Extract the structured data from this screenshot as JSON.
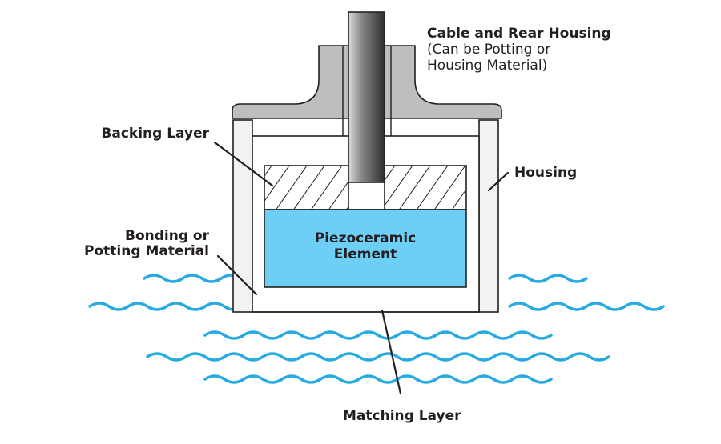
{
  "labels": {
    "cable_title": "Cable and Rear Housing",
    "cable_note_1": "(Can be Potting or",
    "cable_note_2": "Housing Material)",
    "backing_layer": "Backing Layer",
    "housing": "Housing",
    "bonding_1": "Bonding or",
    "bonding_2": "Potting Material",
    "piezo_1": "Piezoceramic",
    "piezo_2": "Element",
    "matching_layer": "Matching Layer"
  },
  "colors": {
    "outline": "#231f20",
    "rear_housing": "#bcbec0",
    "housing_wall": "#f1f2f2",
    "piezo": "#6dcff6",
    "waves": "#27aae1",
    "cable_dark": "#3a3a3a",
    "cable_light": "#c8c8c8"
  },
  "icons": [
    "hatched-backing-layer",
    "cable-cylinder",
    "sound-wave"
  ]
}
